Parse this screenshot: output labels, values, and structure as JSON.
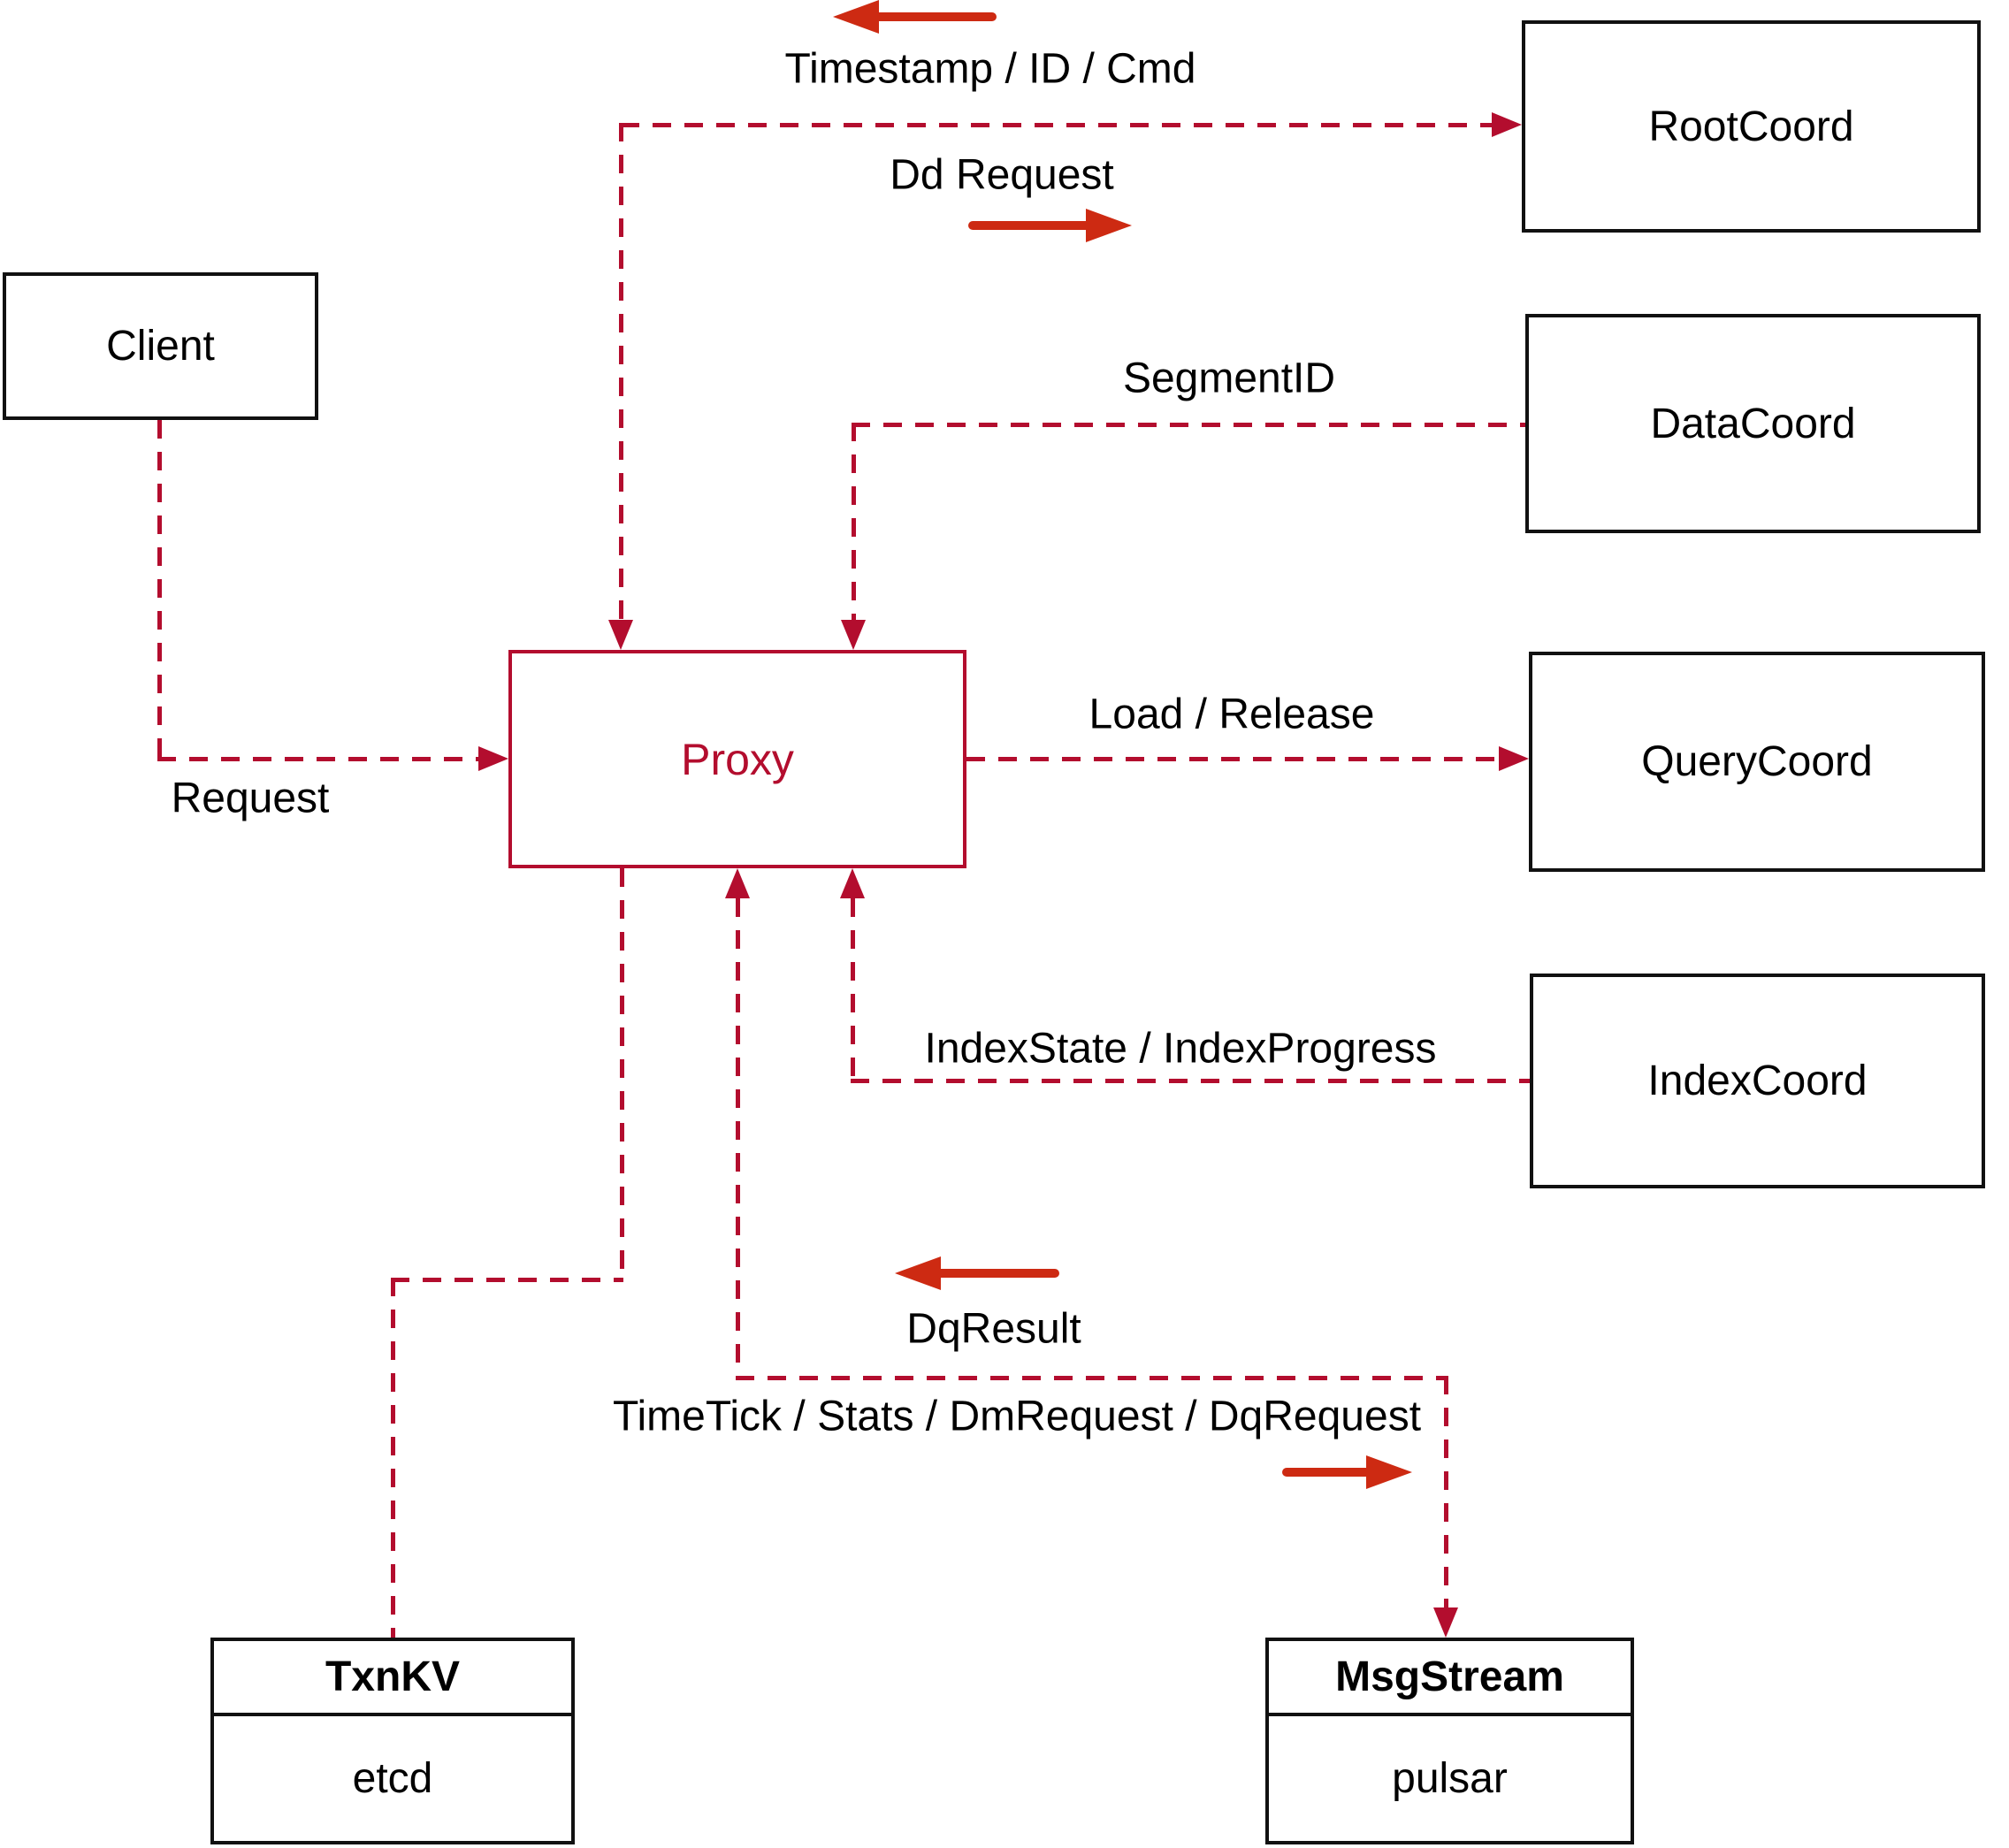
{
  "diagram": {
    "nodes": {
      "client": {
        "label": "Client"
      },
      "proxy": {
        "label": "Proxy"
      },
      "root_coord": {
        "label": "RootCoord"
      },
      "data_coord": {
        "label": "DataCoord"
      },
      "query_coord": {
        "label": "QueryCoord"
      },
      "index_coord": {
        "label": "IndexCoord"
      },
      "txn_kv": {
        "title": "TxnKV",
        "impl": "etcd"
      },
      "msg_stream": {
        "title": "MsgStream",
        "impl": "pulsar"
      }
    },
    "edge_labels": {
      "timestamp": "Timestamp / ID / Cmd",
      "dd_request": "Dd Request",
      "segment_id": "SegmentID",
      "load_release": "Load / Release",
      "request": "Request",
      "index_state": "IndexState / IndexProgress",
      "dq_result": "DqResult",
      "time_tick": "TimeTick / Stats / DmRequest / DqRequest"
    },
    "colors": {
      "line": "#b30d2e",
      "arrow": "#cd2a12",
      "border": "#111111",
      "text": "#000000"
    }
  }
}
